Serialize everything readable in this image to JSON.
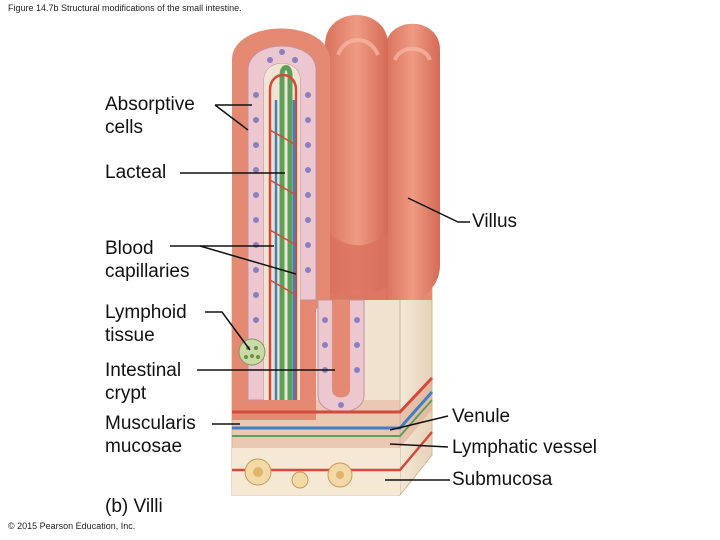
{
  "caption": "Figure 14.7b Structural modifications of the small intestine.",
  "copyright": "© 2015 Pearson Education, Inc.",
  "panel_label": "(b) Villi",
  "labels": {
    "absorptive_cells": [
      "Absorptive",
      "cells"
    ],
    "lacteal": "Lacteal",
    "villus": "Villus",
    "blood_capillaries": [
      "Blood",
      "capillaries"
    ],
    "lymphoid_tissue": [
      "Lymphoid",
      "tissue"
    ],
    "intestinal_crypt": [
      "Intestinal",
      "crypt"
    ],
    "muscularis_mucosae": [
      "Muscularis",
      "mucosae"
    ],
    "venule": "Venule",
    "lymphatic_vessel": "Lymphatic vessel",
    "submucosa": "Submucosa"
  },
  "colors": {
    "villus_surface": "#e58a72",
    "epithelium": "#ecc7cf",
    "nucleus": "#8c7fc0",
    "lacteal": "#5aa05a",
    "capillary_red": "#d24a3c",
    "capillary_blue": "#3f7fc6",
    "connective_tissue": "#f0e2cf"
  }
}
